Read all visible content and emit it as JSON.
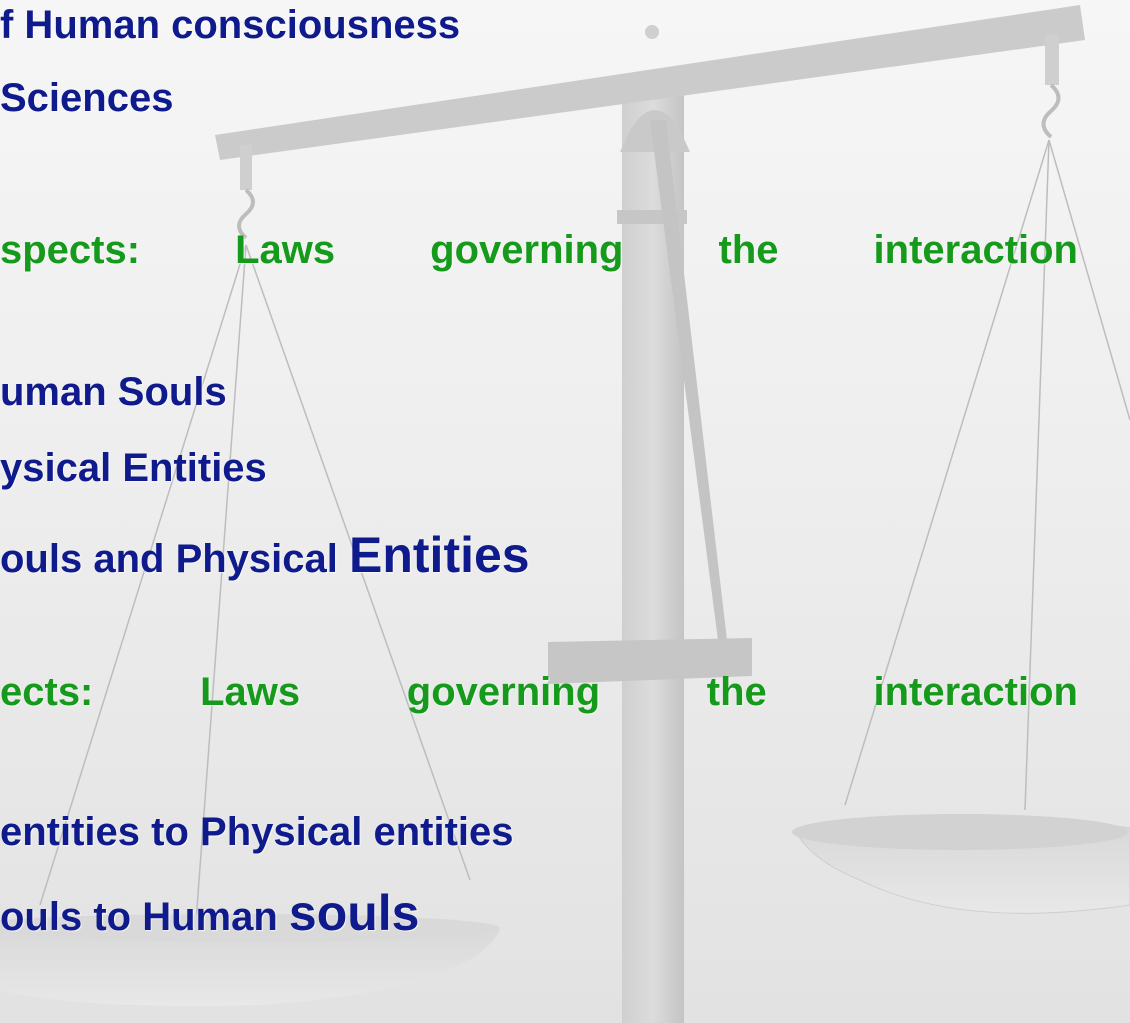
{
  "lines": [
    "f Human consciousness",
    "Sciences",
    [
      "spects:",
      "Laws",
      "governing",
      "the",
      "interaction"
    ],
    "uman Souls",
    "ysical Entities",
    {
      "a": "ouls and Physical ",
      "b": "Entities"
    },
    [
      "ects:",
      "Laws",
      "governing",
      "the",
      "interaction"
    ],
    "entities to Physical entities",
    {
      "a": "ouls to Human ",
      "b": "souls"
    }
  ],
  "colors": {
    "heading_blue": "#0f1b8c",
    "heading_green": "#159a1b",
    "scale_gray": "#c8c8c8"
  },
  "decorations": {
    "background_icon": "balance-scale-icon"
  }
}
